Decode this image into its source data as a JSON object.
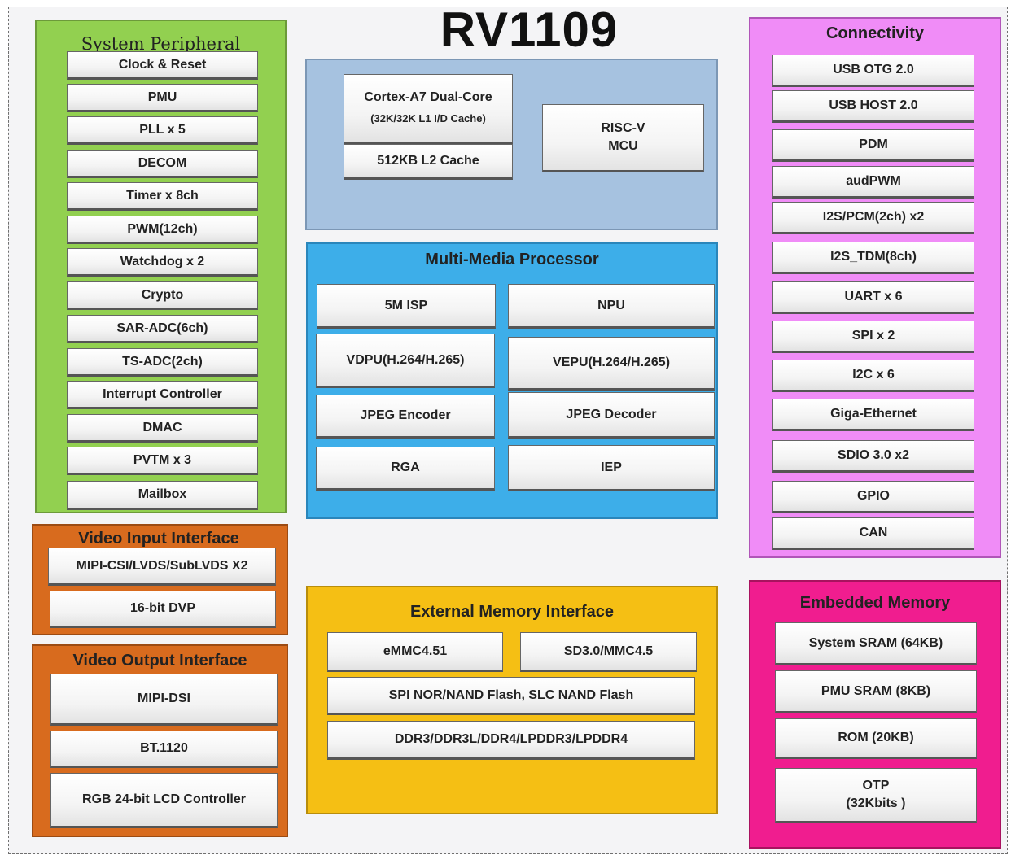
{
  "chip": {
    "title": "RV1109"
  },
  "system_peripheral": {
    "title": "System Peripheral",
    "items": [
      "Clock & Reset",
      "PMU",
      "PLL x 5",
      "DECOM",
      "Timer x 8ch",
      "PWM(12ch)",
      "Watchdog x 2",
      "Crypto",
      "SAR-ADC(6ch)",
      "TS-ADC(2ch)",
      "Interrupt Controller",
      "DMAC",
      "PVTM x 3",
      "Mailbox"
    ]
  },
  "cpu": {
    "core": "Cortex-A7 Dual-Core",
    "core_cache": "(32K/32K L1 I/D Cache)",
    "l2": "512KB L2 Cache",
    "mcu": "RISC-V\nMCU"
  },
  "multimedia": {
    "title": "Multi-Media Processor",
    "items": [
      "5M ISP",
      "NPU",
      "VDPU(H.264/H.265)",
      "VEPU(H.264/H.265)",
      "JPEG Encoder",
      "JPEG Decoder",
      "RGA",
      "IEP"
    ]
  },
  "connectivity": {
    "title": "Connectivity",
    "items": [
      "USB OTG 2.0",
      "USB HOST 2.0",
      "PDM",
      "audPWM",
      "I2S/PCM(2ch) x2",
      "I2S_TDM(8ch)",
      "UART x 6",
      "SPI x 2",
      "I2C x 6",
      "Giga-Ethernet",
      "SDIO 3.0 x2",
      "GPIO",
      "CAN"
    ]
  },
  "video_input": {
    "title": "Video Input Interface",
    "items": [
      "MIPI-CSI/LVDS/SubLVDS X2",
      "16-bit DVP"
    ]
  },
  "video_output": {
    "title": "Video Output Interface",
    "items": [
      "MIPI-DSI",
      "BT.1120",
      "RGB 24-bit LCD Controller"
    ]
  },
  "external_memory": {
    "title": "External Memory Interface",
    "items": [
      "eMMC4.51",
      "SD3.0/MMC4.5",
      "SPI NOR/NAND Flash, SLC NAND Flash",
      "DDR3/DDR3L/DDR4/LPDDR3/LPDDR4"
    ]
  },
  "embedded_memory": {
    "title": "Embedded Memory",
    "items": [
      "System SRAM (64KB)",
      "PMU SRAM (8KB)",
      "ROM (20KB)",
      "OTP\n(32Kbits )"
    ]
  },
  "colors": {
    "system_peripheral": "#92d050",
    "cpu": "#a6c2e0",
    "multimedia": "#3daee9",
    "connectivity": "#f08cf7",
    "video_io": "#d86b1e",
    "external_memory": "#f5bf14",
    "embedded_memory": "#f01d8f"
  }
}
